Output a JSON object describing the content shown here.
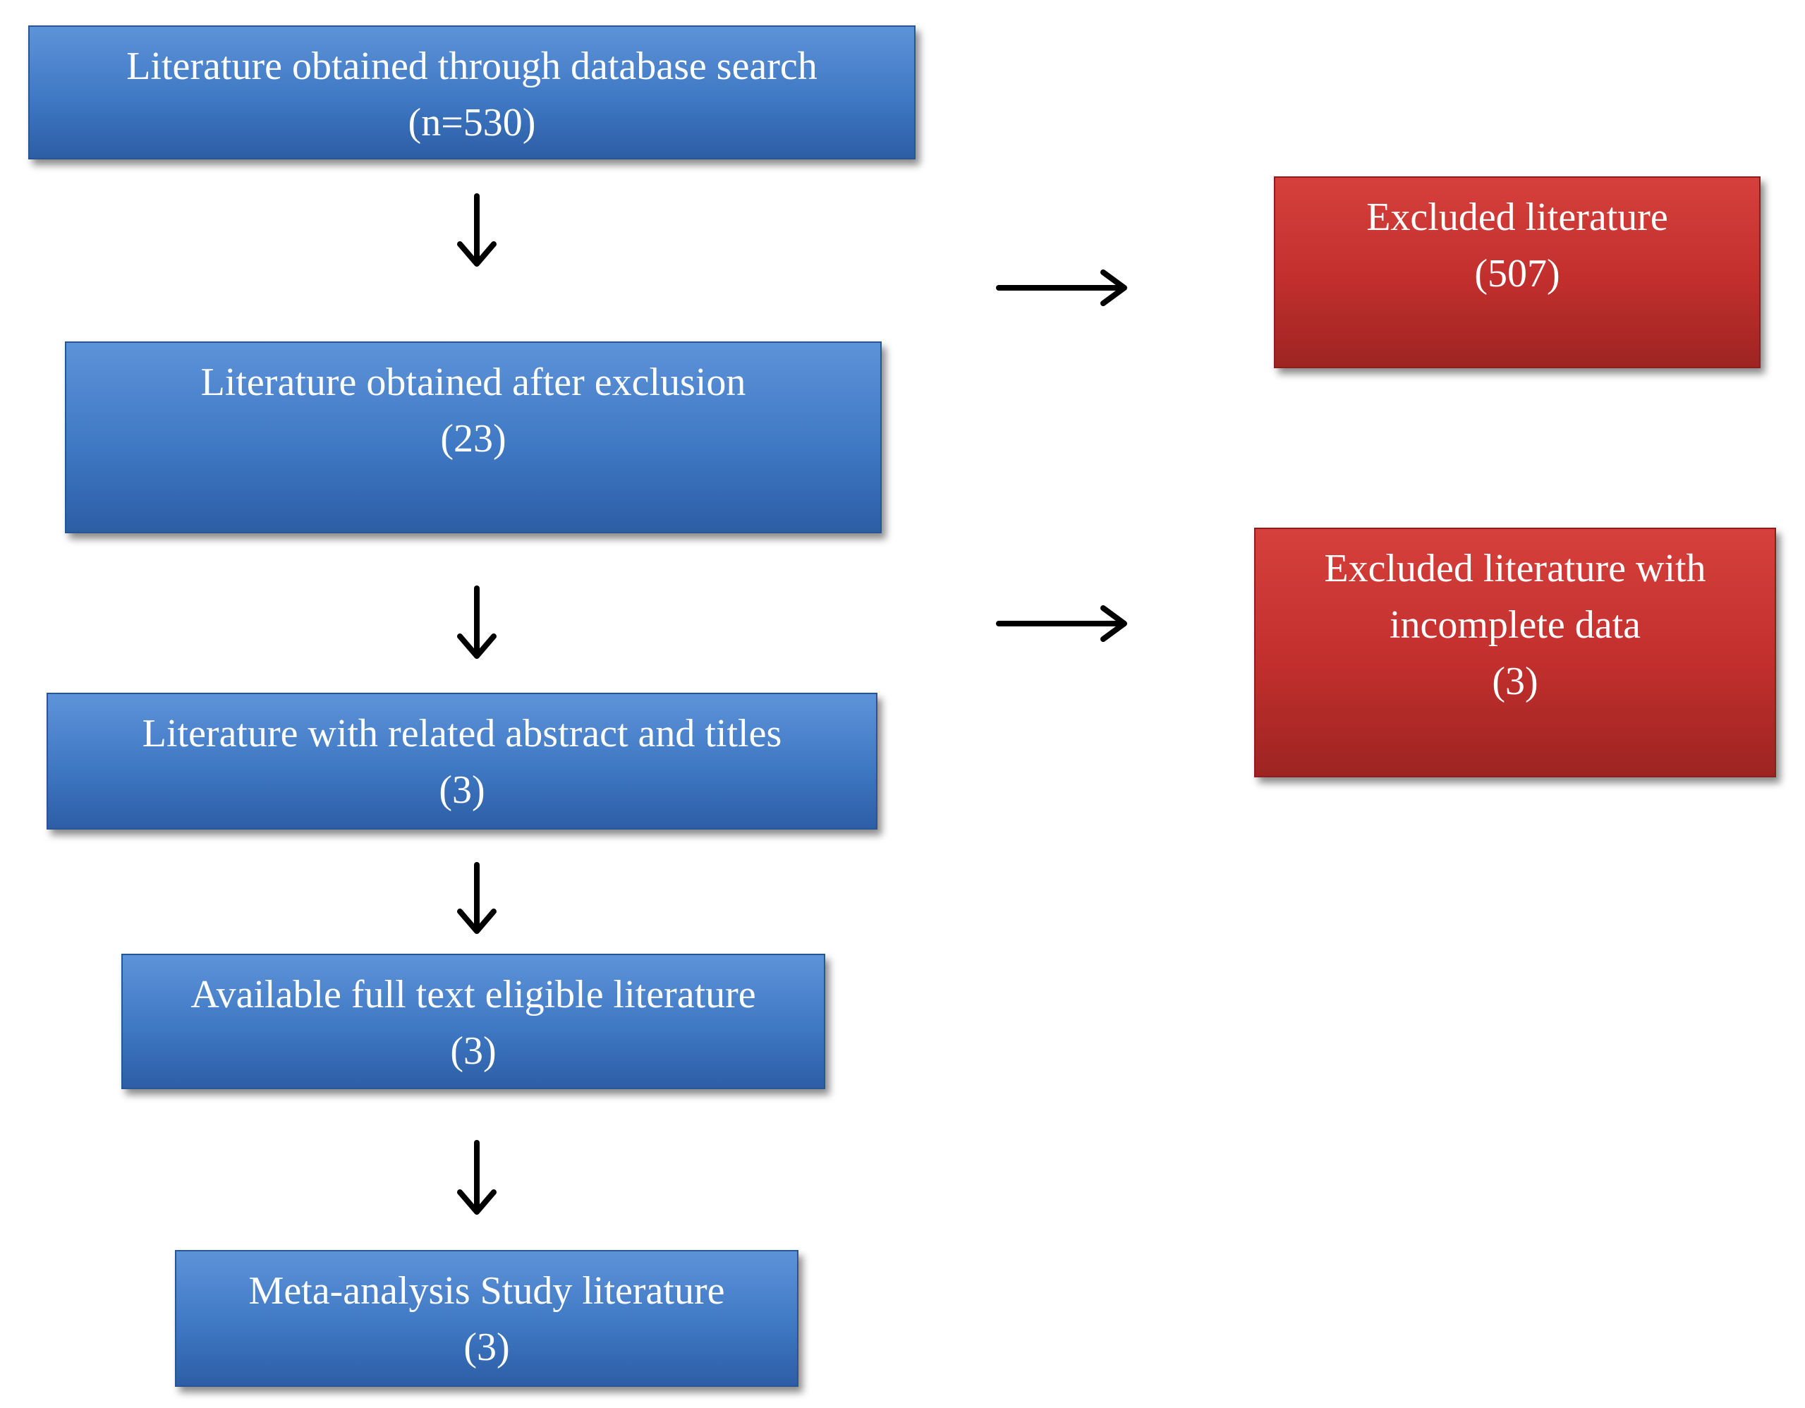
{
  "boxes": {
    "search": {
      "line1": "Literature obtained through database search",
      "line2": "(n=530)"
    },
    "after_exclusion": {
      "line1": "Literature obtained  after exclusion",
      "line2": "(23)"
    },
    "related_abstract": {
      "line1": "Literature with related abstract and titles",
      "line2": "(3)"
    },
    "full_text": {
      "line1": "Available full text eligible  literature",
      "line2": "(3)"
    },
    "meta_analysis": {
      "line1": "Meta-analysis Study literature",
      "line2": "(3)"
    },
    "excluded": {
      "line1": "Excluded literature",
      "line2": "(507)"
    },
    "excluded_incomplete": {
      "line1": "Excluded literature with",
      "line2": "incomplete data",
      "line3": "(3)"
    }
  },
  "colors": {
    "main_box": "#3f78c4",
    "excluded_box": "#c12f2d",
    "arrow": "#000000"
  }
}
